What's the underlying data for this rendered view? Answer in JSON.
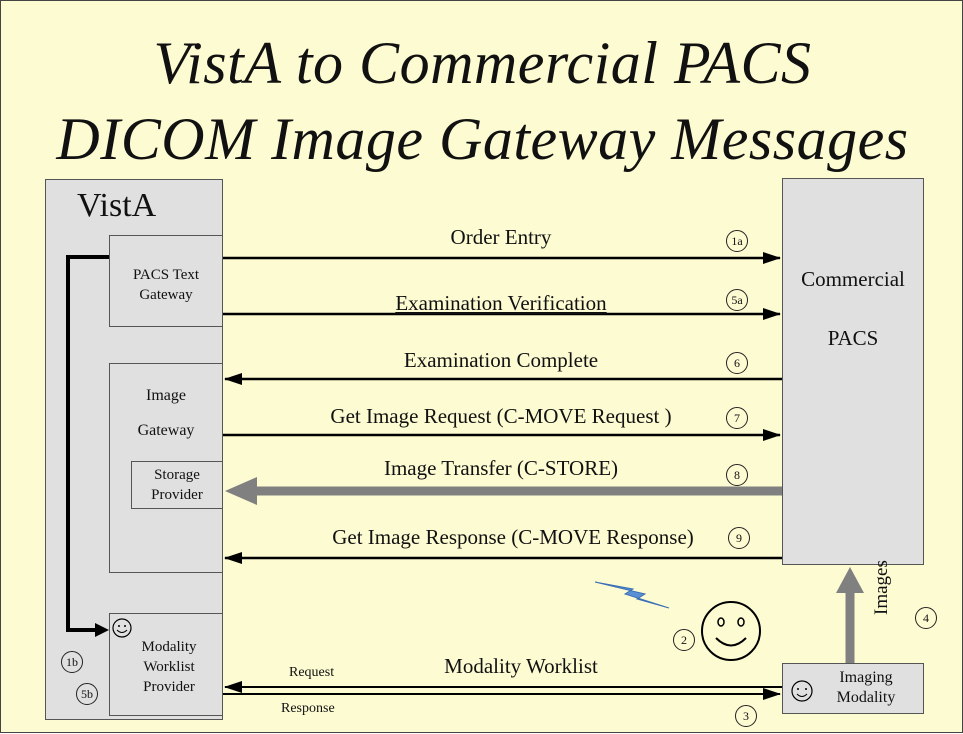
{
  "title": {
    "line1": "VistA to Commercial PACS",
    "line2": "DICOM Image Gateway Messages"
  },
  "vista": {
    "label": "VistA",
    "pacs_text_gateway": [
      "PACS Text",
      "Gateway"
    ],
    "image_gateway": [
      "Image",
      "Gateway"
    ],
    "storage_provider": [
      "Storage",
      "Provider"
    ],
    "modality_worklist_provider": [
      "Modality",
      "Worklist",
      "Provider"
    ]
  },
  "commercial_pacs": [
    "Commercial",
    "PACS"
  ],
  "imaging_modality": [
    "Imaging",
    "Modality"
  ],
  "messages": {
    "order_entry": "Order Entry",
    "examination_verification": "Examination Verification",
    "examination_complete": "Examination Complete",
    "get_image_request": "Get Image Request  (C-MOVE Request )",
    "image_transfer": "Image Transfer (C-STORE)",
    "get_image_response": "Get Image Response (C-MOVE Response)",
    "modality_worklist": "Modality Worklist",
    "request": "Request",
    "response": "Response",
    "images": "Images"
  },
  "steps": {
    "s1a": "1a",
    "s5a": "5a",
    "s6": "6",
    "s7": "7",
    "s8": "8",
    "s9": "9",
    "s1b": "1b",
    "s5b": "5b",
    "s2": "2",
    "s3": "3",
    "s4": "4"
  },
  "icons": {
    "smiley": "smiley-face-icon",
    "lightning": "lightning-bolt-icon"
  },
  "colors": {
    "background": "#fdfbd2",
    "box_fill": "#e0e0e0",
    "arrow_black": "#000000",
    "arrow_gray": "#808080",
    "lightning": "#5a8fd6"
  }
}
